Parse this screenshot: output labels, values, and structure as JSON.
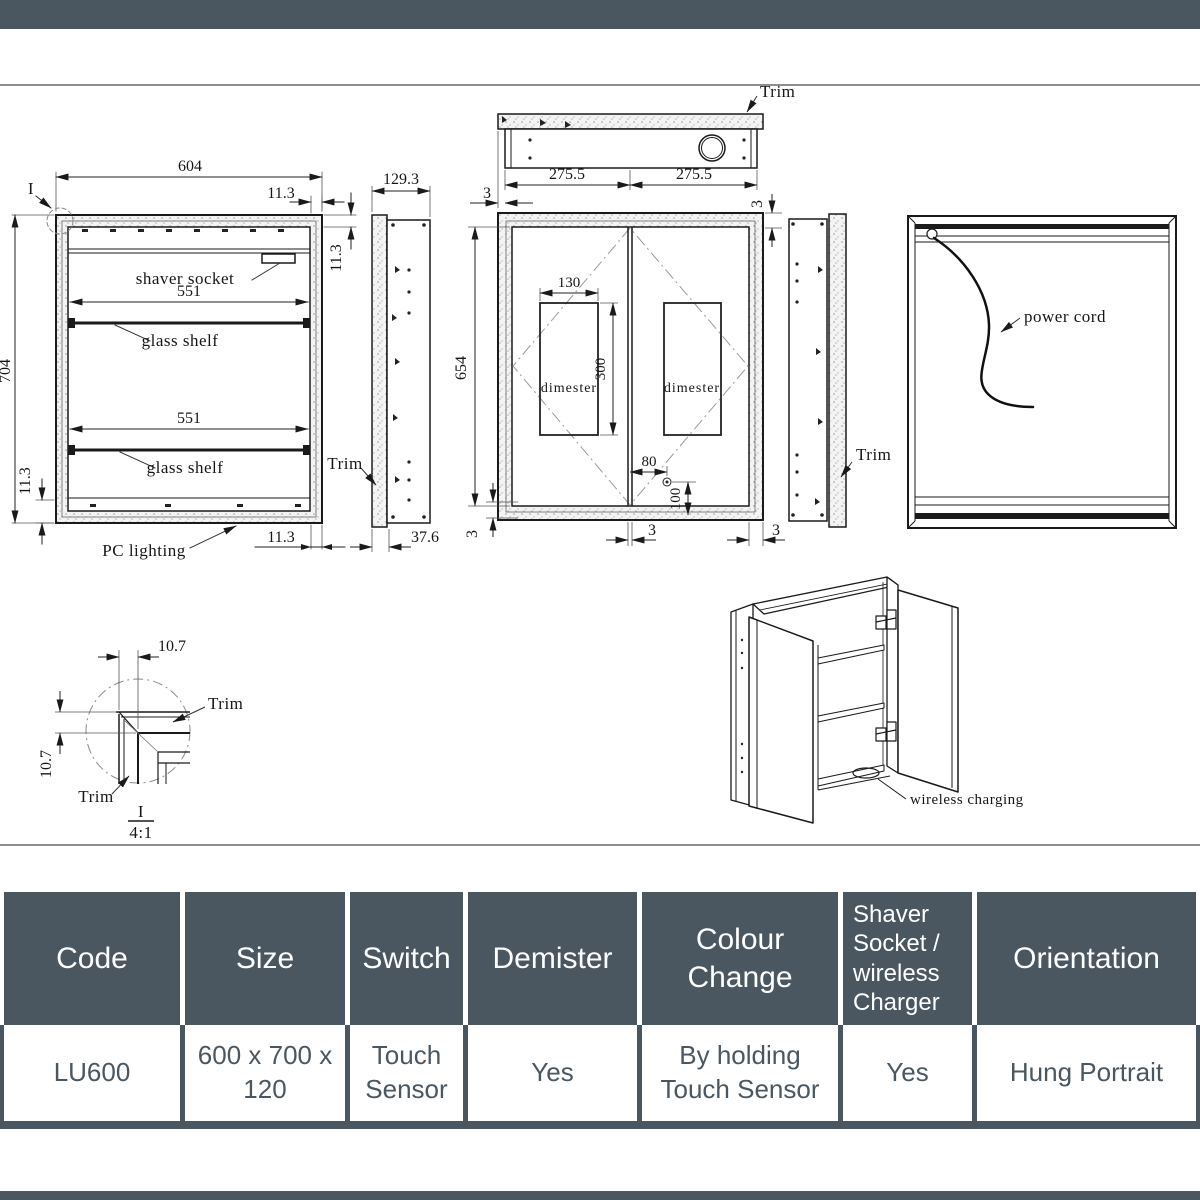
{
  "colors": {
    "slate": "#4a5761",
    "line": "#1a1a1a",
    "rule_gray": "#8e8e8e"
  },
  "drawings": {
    "front": {
      "width": "604",
      "height": "704",
      "trim_top": "11.3",
      "trim_right": "11.3",
      "trim_bottom_left": "11.3",
      "trim_bottom_right": "11.3",
      "shelf_width_top": "551",
      "shelf_width_bottom": "551",
      "shaver_socket": "shaver socket",
      "glass_shelf_top": "glass shelf",
      "glass_shelf_bottom": "glass shelf",
      "pc_lighting": "PC lighting",
      "detail_ref": "I"
    },
    "side_left": {
      "depth": "129.3",
      "door_depth": "37.6",
      "trim": "Trim"
    },
    "top_view": {
      "trim": "Trim",
      "half_left": "275.5",
      "half_right": "275.5",
      "gap_left": "3",
      "gap_right": "3"
    },
    "door_view": {
      "height": "654",
      "demister_width": "130",
      "demister_height": "300",
      "demister_left": "dimester",
      "demister_right": "dimester",
      "socket_offset_x": "80",
      "socket_offset_y": "100",
      "gap_left": "3",
      "gap_center": "3",
      "gap_right": "3"
    },
    "side_right": {
      "trim": "Trim"
    },
    "back_view": {
      "power_cord": "power cord"
    },
    "detail_view": {
      "width": "10.7",
      "height": "10.7",
      "trim_upper": "Trim",
      "trim_lower": "Trim",
      "ref": "I",
      "scale": "4:1"
    },
    "iso_view": {
      "wireless": "wireless charging"
    }
  },
  "table": {
    "columns": [
      {
        "header": "Code",
        "value": "LU600"
      },
      {
        "header": "Size",
        "value": "600 x 700 x 120"
      },
      {
        "header": "Switch",
        "value": "Touch Sensor"
      },
      {
        "header": "Demister",
        "value": "Yes"
      },
      {
        "header": "Colour Change",
        "value": "By holding Touch Sensor"
      },
      {
        "header": "Shaver Socket / wireless Charger",
        "value": "Yes"
      },
      {
        "header": "Orientation",
        "value": "Hung Portrait"
      }
    ]
  }
}
